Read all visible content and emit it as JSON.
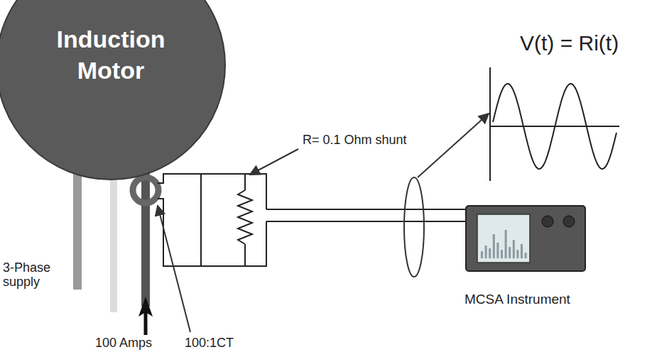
{
  "diagram": {
    "nodes": [
      {
        "text": [
          "Induction Motor"
        ]
      }
    ],
    "labels": [
      "V(t) = Ri(t)",
      "R= 0.1 Ohm shunt",
      "3-Phase supply",
      "MCSA Instrument",
      "100 Amps",
      "100:1CT"
    ]
  }
}
